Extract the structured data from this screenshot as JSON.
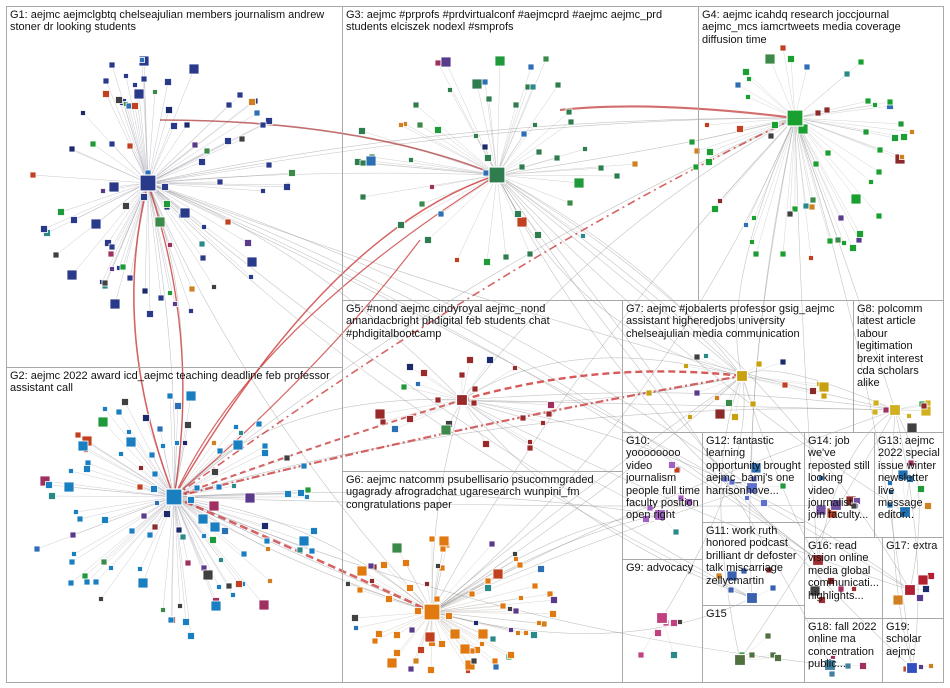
{
  "groups": [
    {
      "id": "G1",
      "label": "G1: aejmc aejmclgbtq chelseajulian members journalism andrew stoner dr looking students"
    },
    {
      "id": "G2",
      "label": "G2: aejmc 2022 award icd_aejmc teaching deadline feb professor assistant call"
    },
    {
      "id": "G3",
      "label": "G3: aejmc #prprofs #prdvirtualconf #aejmcprd #aejmc aejmc_prd students elciszek nodexl #smprofs"
    },
    {
      "id": "G4",
      "label": "G4: aejmc icahdq research joccjournal aejmc_mcs iamcrtweets media coverage diffusion time"
    },
    {
      "id": "G5",
      "label": "G5: #nond aejmc cindyroyal aejmc_nond amandacbright phdigital feb students chat #phdigitalbootcamp"
    },
    {
      "id": "G6",
      "label": "G6: aejmc natcomm psubellisario psucommgraded ugagrady afrogradchat ugaresearch wunpini_fm congratulations paper"
    },
    {
      "id": "G7",
      "label": "G7: aejmc #jobalerts professor gsig_aejmc assistant higheredjobs university chelseajulian media communication"
    },
    {
      "id": "G8",
      "label": "G8: polcomm latest article labour legitimation brexit interest cda scholars alike"
    },
    {
      "id": "G9",
      "label": "G9: advocacy"
    },
    {
      "id": "G10",
      "label": "G10: yoooooooo video journalism people full time faculty position open right"
    },
    {
      "id": "G11",
      "label": "G11: work ruth honored podcast brilliant dr defoster talk miscarriage zellycmartin"
    },
    {
      "id": "G12",
      "label": "G12: fantastic learning opportunity brought aejmc_bamj's one harrisonhove..."
    },
    {
      "id": "G13",
      "label": "G13: aejmc 2022 special issue winter newsletter live message editor..."
    },
    {
      "id": "G14",
      "label": "G14: job we've reposted still looking video journalist join faculty..."
    },
    {
      "id": "G15",
      "label": "G15"
    },
    {
      "id": "G16",
      "label": "G16: read vision online media global communicati... highlights..."
    },
    {
      "id": "G17",
      "label": "G17: extra"
    },
    {
      "id": "G18",
      "label": "G18: fall 2022 online ma concentration public..."
    },
    {
      "id": "G19",
      "label": "G19: scholar aejmc"
    }
  ]
}
